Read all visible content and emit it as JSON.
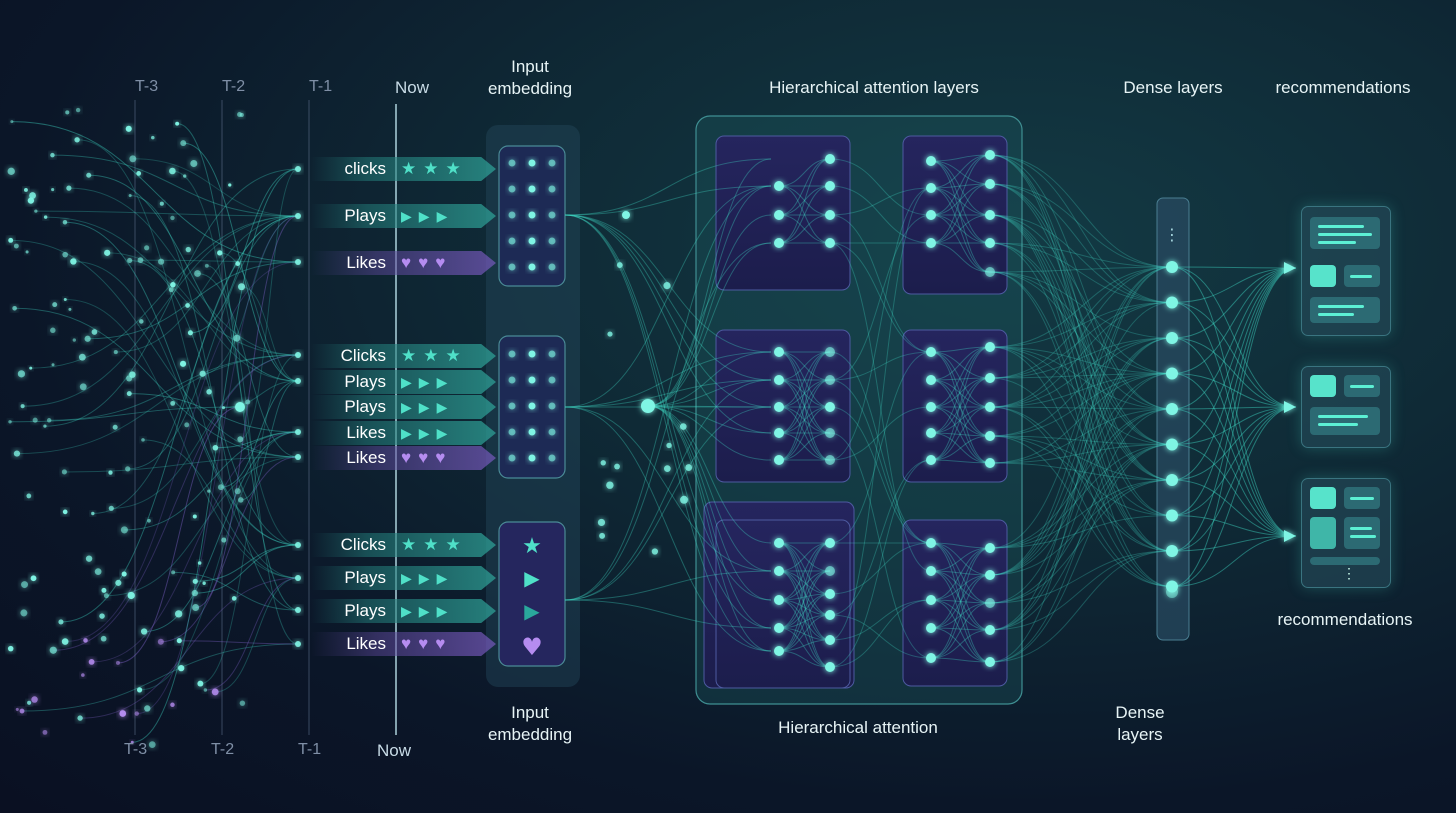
{
  "time_labels_top": [
    "T-3",
    "T-2",
    "T-1",
    "Now"
  ],
  "time_labels_bottom": [
    "T-3",
    "T-2",
    "T-1",
    "Now"
  ],
  "headers": {
    "input_embedding_top": "Input\nembedding",
    "hierarchical_top": "Hierarchical attention layers",
    "dense_top": "Dense layers",
    "recommendations_top": "recommendations",
    "input_embedding_bottom": "Input\nembedding",
    "hierarchical_bottom": "Hierarchical attention",
    "dense_bottom": "Dense\nlayers",
    "recommendations_bottom": "recommendations"
  },
  "event_groups": [
    {
      "events": [
        {
          "label": "clicks",
          "icon": "star-icon"
        },
        {
          "label": "Plays",
          "icon": "play-icon"
        },
        {
          "label": "Likes",
          "icon": "heart-icon"
        }
      ]
    },
    {
      "events": [
        {
          "label": "Clicks",
          "icon": "star-icon"
        },
        {
          "label": "Plays",
          "icon": "play-icon"
        },
        {
          "label": "Plays",
          "icon": "play-icon"
        },
        {
          "label": "Likes",
          "icon": "play-icon"
        },
        {
          "label": "Likes",
          "icon": "heart-icon"
        }
      ]
    },
    {
      "events": [
        {
          "label": "Clicks",
          "icon": "star-icon"
        },
        {
          "label": "Plays",
          "icon": "play-icon"
        },
        {
          "label": "Plays",
          "icon": "play-icon"
        },
        {
          "label": "Likes",
          "icon": "heart-icon"
        }
      ]
    }
  ],
  "colors": {
    "accent": "#4fe0c8",
    "node": "#7ff5e4",
    "purple": "#b58cf0",
    "panel": "#23235a",
    "line": "#3fd6c4"
  }
}
